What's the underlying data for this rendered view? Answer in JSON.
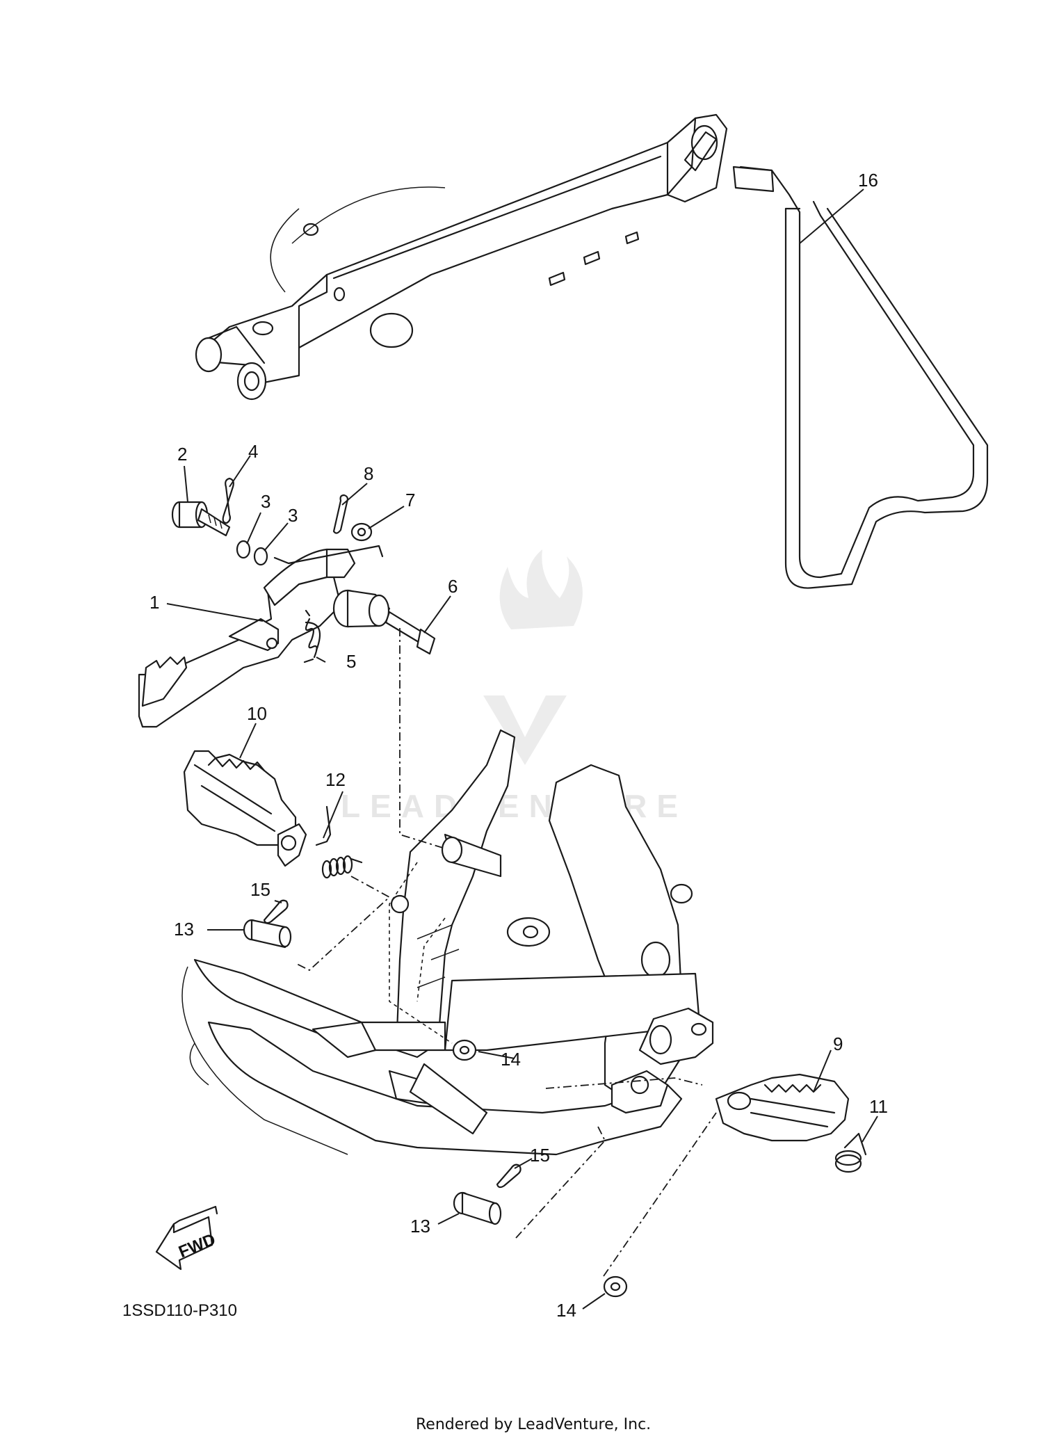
{
  "diagram_code": "1SSD110-P310",
  "rendered_by": "Rendered by LeadVenture, Inc.",
  "watermark": "LEADVENTURE",
  "fwd_label": "FWD",
  "callouts": {
    "c1": "1",
    "c2": "2",
    "c3a": "3",
    "c3b": "3",
    "c4": "4",
    "c5": "5",
    "c6": "6",
    "c7": "7",
    "c8": "8",
    "c9": "9",
    "c10": "10",
    "c11": "11",
    "c12": "12",
    "c13a": "13",
    "c13b": "13",
    "c14a": "14",
    "c14b": "14",
    "c15a": "15",
    "c15b": "15",
    "c16": "16"
  }
}
